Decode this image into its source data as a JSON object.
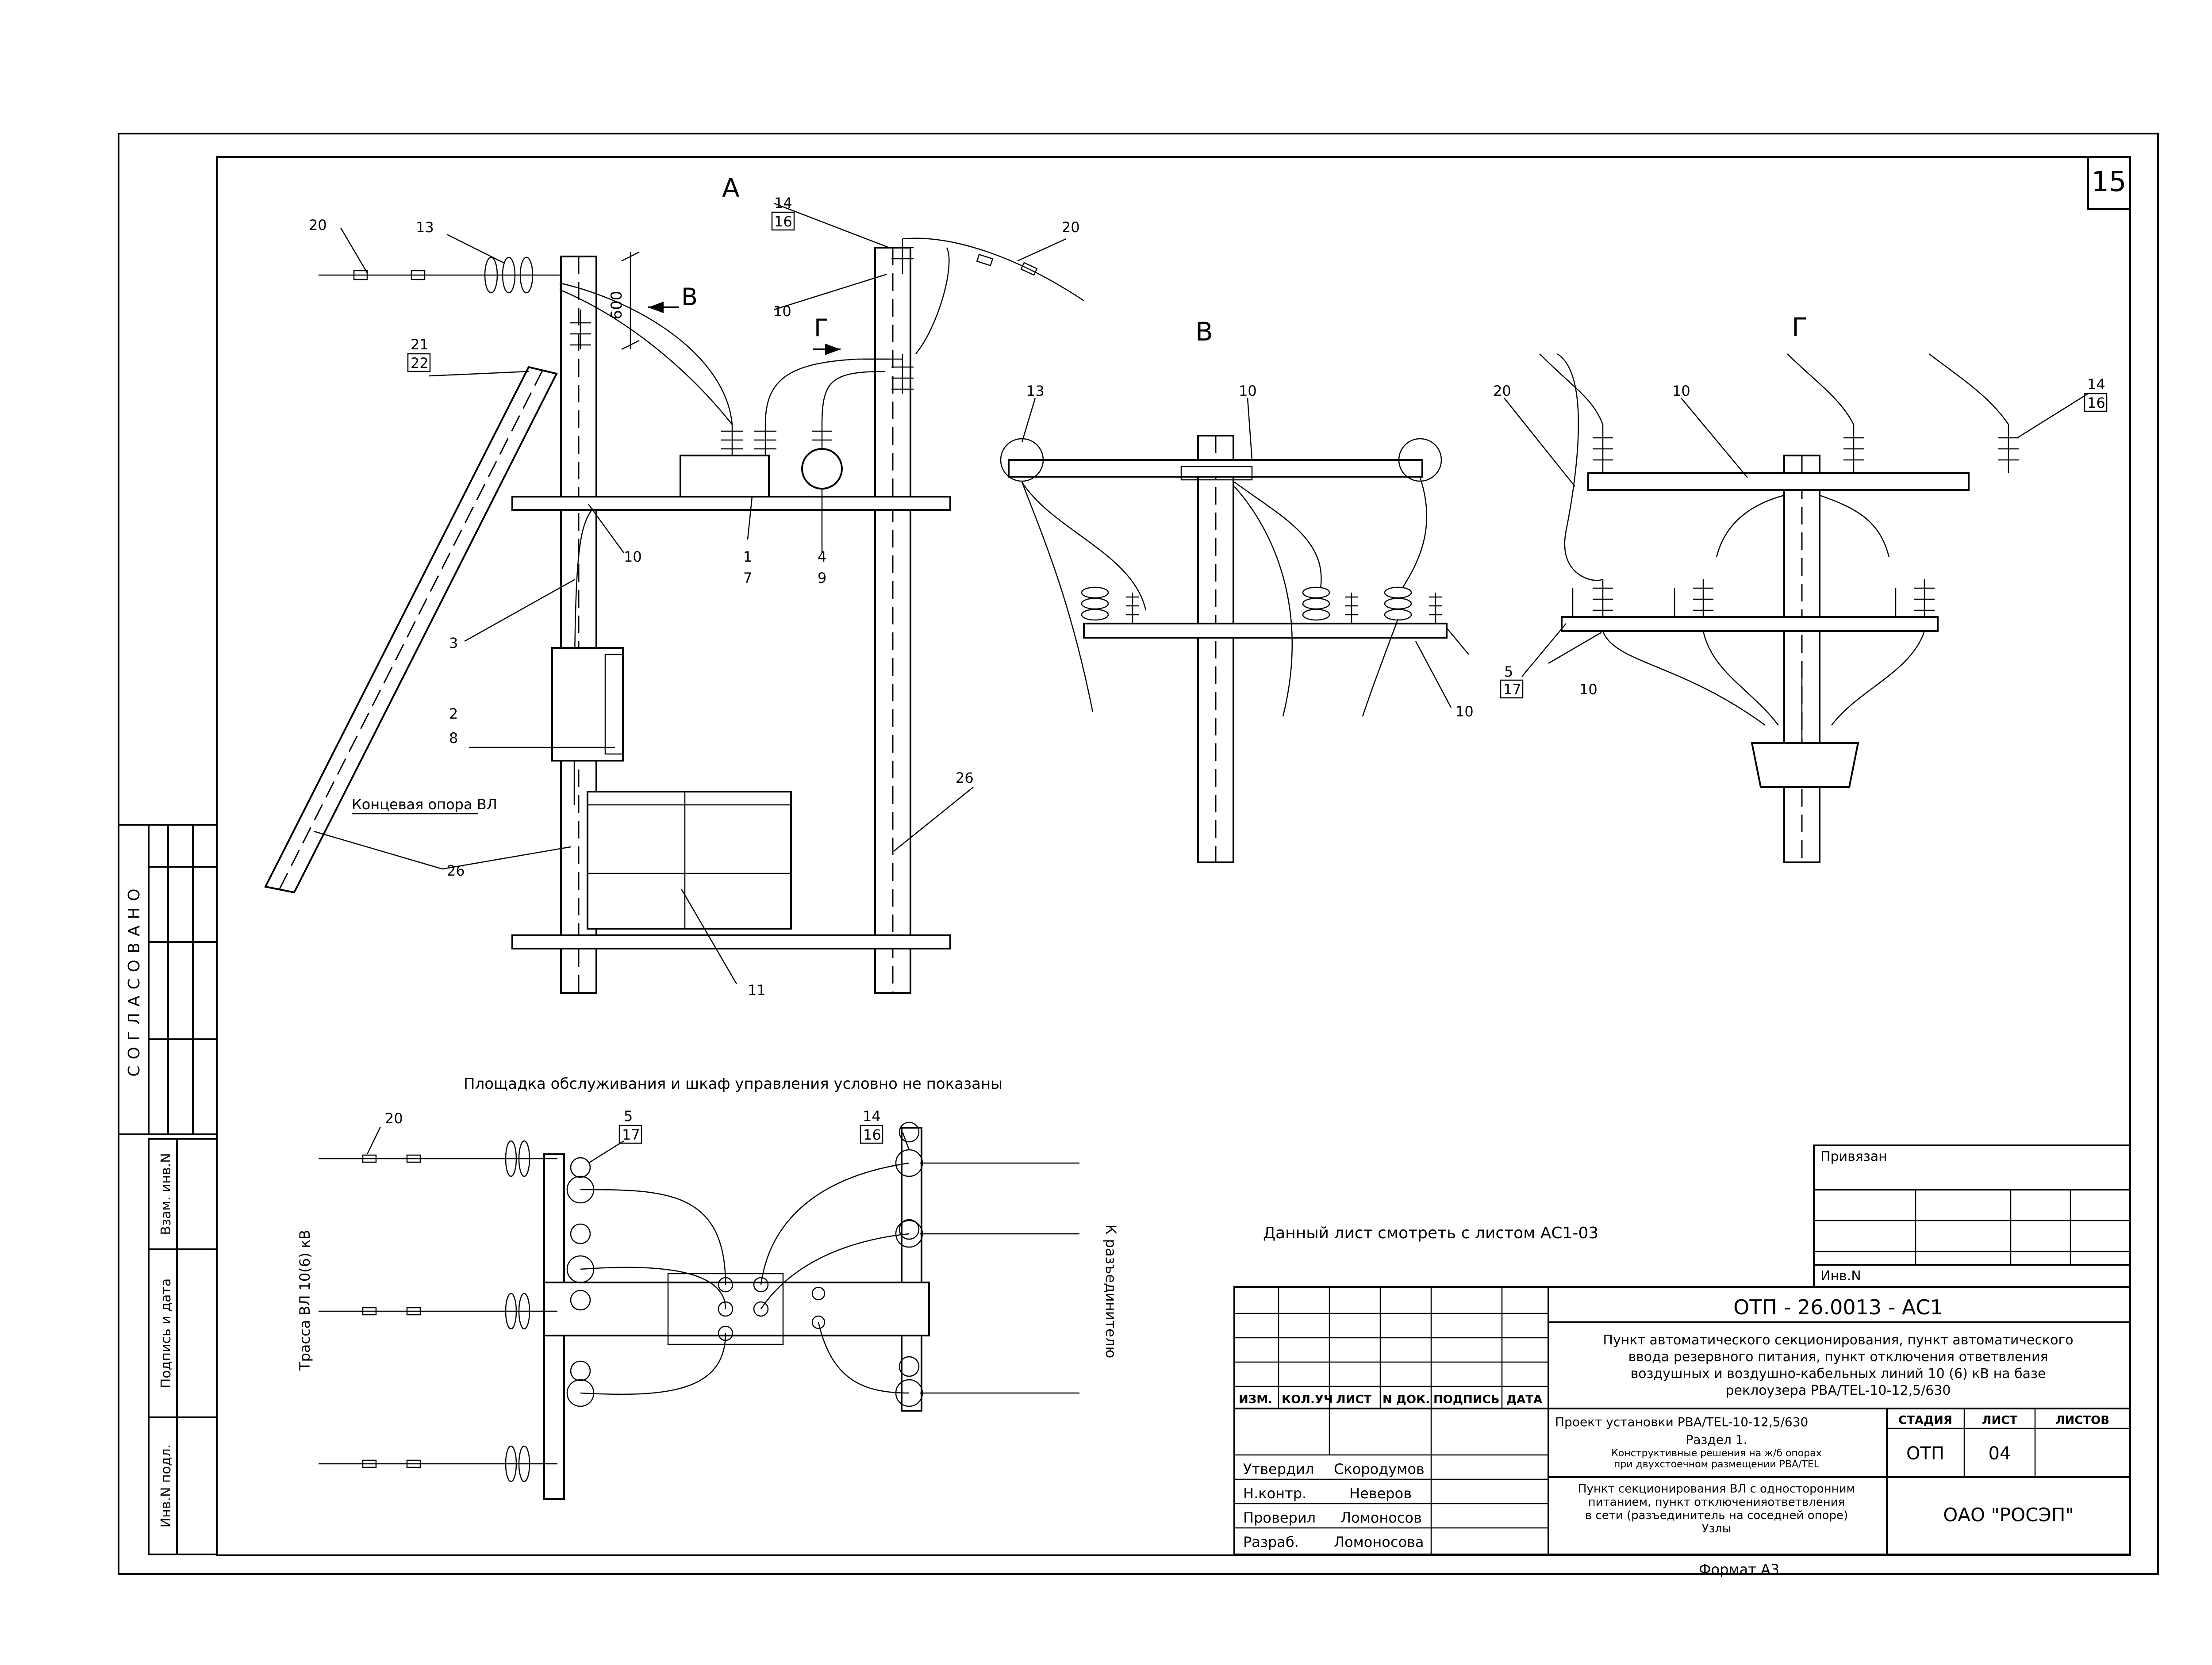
{
  "sheet": {
    "number": "15",
    "format": "Формат А3",
    "side_stamp": "СОГЛАСОВАНО",
    "side_fields": [
      "Взам. инв.N",
      "Подпись и дата",
      "Инв.N подл."
    ]
  },
  "views": {
    "A": "А",
    "B": "В",
    "G": "Г",
    "arrow_b": "В",
    "arrow_g": "Г",
    "dim_600": "600"
  },
  "callouts": {
    "c1": "1",
    "c7": "7",
    "c2": "2",
    "c8": "8",
    "c3": "3",
    "c4": "4",
    "c9": "9",
    "c5": "5",
    "c17": "17",
    "c10": "10",
    "c11": "11",
    "c13": "13",
    "c14": "14",
    "c16": "16",
    "c20": "20",
    "c21": "21",
    "c22": "22",
    "c26": "26"
  },
  "notes": {
    "end_pole": "Концевая опора ВЛ",
    "plan_note": "Площадка обслуживания и шкаф управления условно не показаны",
    "see_sheet": "Данный лист смотреть с листом АС1-03",
    "route": "Трасса ВЛ 10(6) кВ",
    "to_disconnector": "К разъединителю"
  },
  "title_block": {
    "privyazan": "Привязан",
    "inv_n": "Инв.N",
    "doc_code": "ОТП - 26.0013 - АС1",
    "description": [
      "Пункт автоматического секционирования, пункт автоматического",
      "ввода резервного питания, пункт отключения ответвления",
      "воздушных и воздушно-кабельных линий 10 (6) кВ на базе",
      "реклоузера РВА/TEL-10-12,5/630"
    ],
    "project": "Проект установки РВА/TEL-10-12,5/630",
    "section": [
      "Раздел 1.",
      "Конструктивные решения на ж/б опорах",
      "при двухстоечном размещении РВА/TEL"
    ],
    "sheet_title": [
      "Пункт секционирования ВЛ с односторонним",
      "питанием, пункт отключенияответвления",
      "в сети (разъединитель на соседней опоре)",
      "Узлы"
    ],
    "headers": [
      "ИЗМ.",
      "КОЛ.УЧ",
      "ЛИСТ",
      "N ДОК.",
      "ПОДПИСЬ",
      "ДАТА"
    ],
    "stage_header": "СТАДИЯ",
    "sheet_header": "ЛИСТ",
    "sheets_header": "ЛИСТОВ",
    "stage": "ОТП",
    "sheet_no": "04",
    "sheets_total": "",
    "company": "ОАО \"РОСЭП\"",
    "signatures": [
      {
        "role": "Утвердил",
        "name": "Скородумов"
      },
      {
        "role": "Н.контр.",
        "name": "Неверов"
      },
      {
        "role": "Проверил",
        "name": "Ломоносов"
      },
      {
        "role": "Разраб.",
        "name": "Ломоносова"
      }
    ]
  }
}
